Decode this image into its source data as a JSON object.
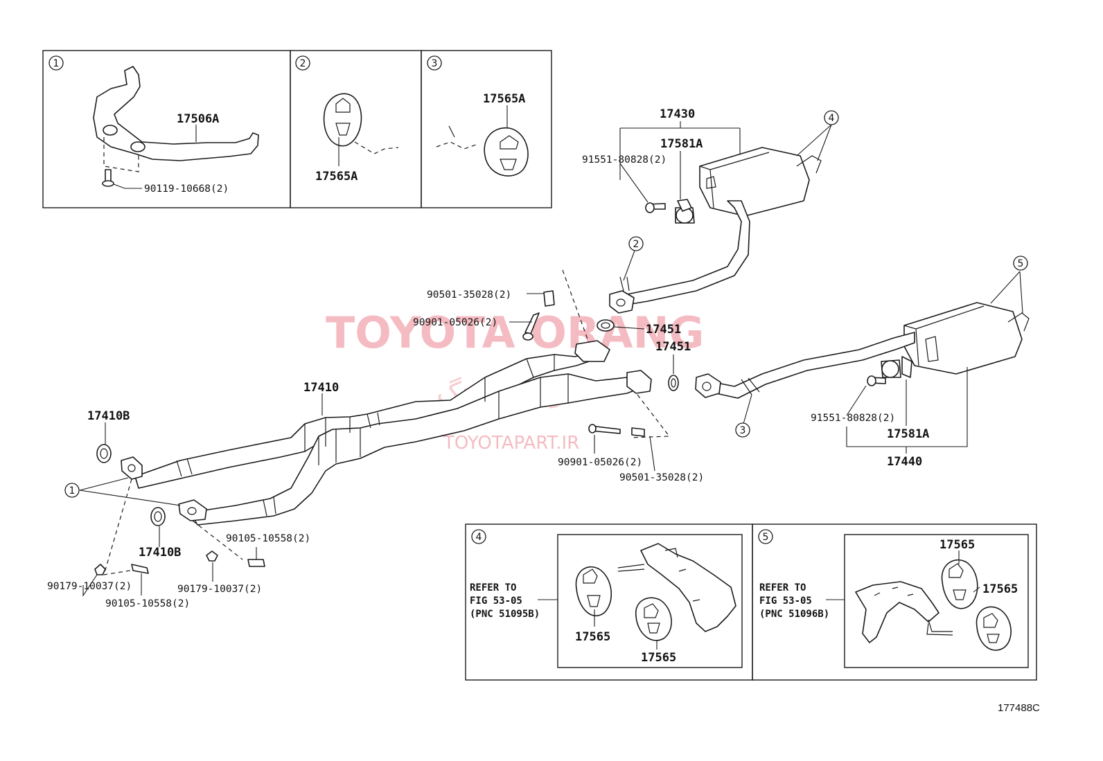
{
  "panels": {
    "p1": {
      "num": "1",
      "part": "17506A",
      "bolt": "90119-10668(2)"
    },
    "p2": {
      "num": "2",
      "part": "17565A"
    },
    "p3": {
      "num": "3",
      "part": "17565A"
    },
    "p4": {
      "num": "4",
      "refer1": "REFER TO",
      "refer2": "FIG 53-05",
      "refer3": "(PNC 51095B)",
      "part_a": "17565",
      "part_b": "17565"
    },
    "p5": {
      "num": "5",
      "refer1": "REFER TO",
      "refer2": "FIG 53-05",
      "refer3": "(PNC 51096B)",
      "part_a": "17565",
      "part_b": "17565"
    }
  },
  "labels": {
    "pipe_front": "17410",
    "gasket_front_a": "17410B",
    "gasket_front_b": "17410B",
    "center_muffler": "17430",
    "center_clamp": "17581A",
    "center_bolt": "91551-80828(2)",
    "spring_top": "90501-35028(2)",
    "bolt_top": "90901-05026(2)",
    "gasket_upper": "17451",
    "gasket_lower": "17451",
    "bolt_bottom": "90901-05026(2)",
    "spring_bottom": "90501-35028(2)",
    "rear_bolt": "91551-80828(2)",
    "rear_clamp": "17581A",
    "rear_muffler": "17440",
    "nut_a": "90105-10558(2)",
    "nut_left": "90179-10037(2)",
    "bolt_left": "90105-10558(2)",
    "nut_right": "90179-10037(2)"
  },
  "callouts": {
    "c1": "1",
    "c2": "2",
    "c3": "3",
    "c4": "4",
    "c5": "5"
  },
  "watermark": {
    "brand": "TOYOTA ORANG",
    "farsi": "تویوتا اورنگ",
    "site": "TOYOTAPART.IR"
  },
  "figure_code": "177488C"
}
